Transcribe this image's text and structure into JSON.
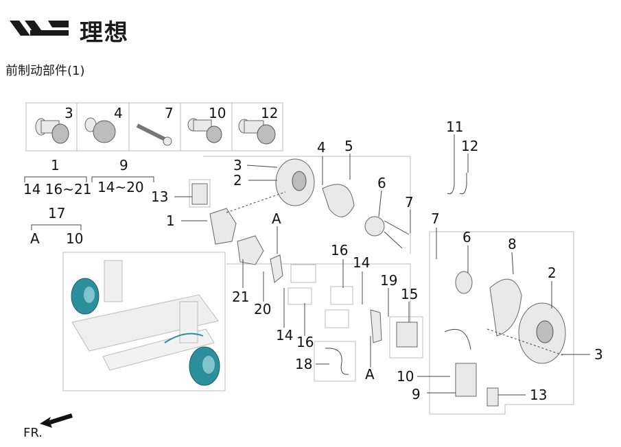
{
  "header": {
    "brand_name": "理想",
    "page_title": "前制动部件(1)"
  },
  "legend_boxes": [
    "3",
    "4",
    "7",
    "10",
    "12"
  ],
  "groups": [
    {
      "label": "1",
      "members": "14 16~21"
    },
    {
      "label": "9",
      "members": "14~20"
    },
    {
      "label": "17",
      "left": "A",
      "right": "10"
    }
  ],
  "callouts": {
    "c13a": "13",
    "c1": "1",
    "c3a": "3",
    "c2a": "2",
    "cA1": "A",
    "c4": "4",
    "c5": "5",
    "c6a": "6",
    "c7a": "7",
    "c11": "11",
    "c12": "12",
    "c7b": "7",
    "c6b": "6",
    "c8": "8",
    "c2b": "2",
    "c3b": "3",
    "c21": "21",
    "c20": "20",
    "c14a": "14",
    "c16a": "16",
    "c16b": "16",
    "c14b": "14",
    "c19": "19",
    "c15": "15",
    "c18": "18",
    "cA2": "A",
    "c10": "10",
    "c9": "9",
    "c13b": "13"
  },
  "direction": "FR.",
  "colors": {
    "highlight": "#2b8f9c",
    "line": "#444444"
  }
}
